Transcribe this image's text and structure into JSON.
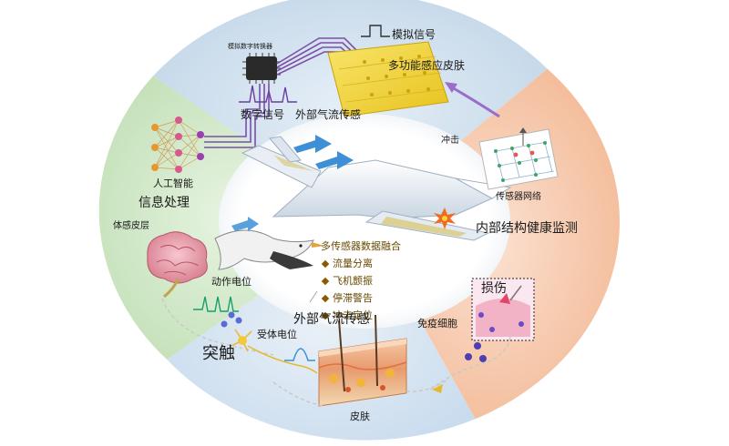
{
  "labels": {
    "analog_signal": "模拟信号",
    "multifunction_skin": "多功能感应皮肤",
    "chip_caption": "模拟数字转换器",
    "digital_signal": "数字信号",
    "external_flow_top": "外部气流传感",
    "impact": "冲击",
    "sensor_network": "传感器网络",
    "ai": "人工智能",
    "info_processing": "信息处理",
    "somatosensory_cortex": "体感皮层",
    "structural_health": "内部结构健康监测",
    "action_potential": "动作电位",
    "fusion_title": "多传感器数据融合",
    "damage": "损伤",
    "external_flow_bottom": "外部气流传感",
    "immune_cells": "免疫细胞",
    "receptor_potential": "受体电位",
    "synapse": "突触",
    "skin": "皮肤"
  },
  "fusion_items": [
    "流量分离",
    "飞机颤振",
    "停滞警告",
    "冲击定位"
  ],
  "colors": {
    "sector_top": "#cfe0ee",
    "sector_right": "#f6c8ad",
    "sector_bottom": "#d8e6f2",
    "sector_left": "#d6ecd0",
    "skin_yellow": "#f2d23a",
    "wire_purple": "#7b4fa8",
    "arrow_blue": "#3d8fd6"
  }
}
